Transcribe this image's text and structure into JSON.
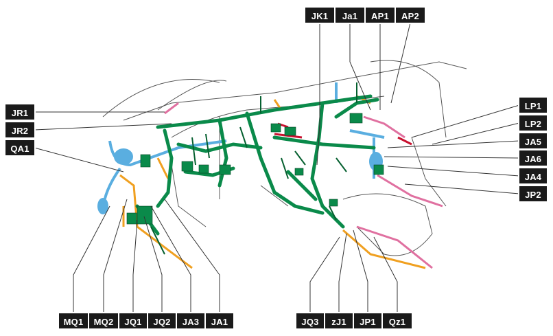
{
  "colors": {
    "green": "#0a8a4a",
    "dark_green": "#066030",
    "blue": "#5aaee0",
    "orange": "#f0a020",
    "pink": "#e070a0",
    "red": "#c8102e",
    "line": "#333333"
  },
  "labels": {
    "top": [
      "JK1",
      "Ja1",
      "AP1",
      "AP2"
    ],
    "right": [
      "LP1",
      "LP2",
      "JA5",
      "JA6",
      "JA4",
      "JP2"
    ],
    "left": [
      "JR1",
      "JR2",
      "QA1"
    ],
    "bottom_left": [
      "MQ1",
      "MQ2",
      "JQ1",
      "JQ2",
      "JA3",
      "JA1"
    ],
    "bottom_right": [
      "JQ3",
      "zJ1",
      "JP1",
      "Qz1"
    ]
  }
}
